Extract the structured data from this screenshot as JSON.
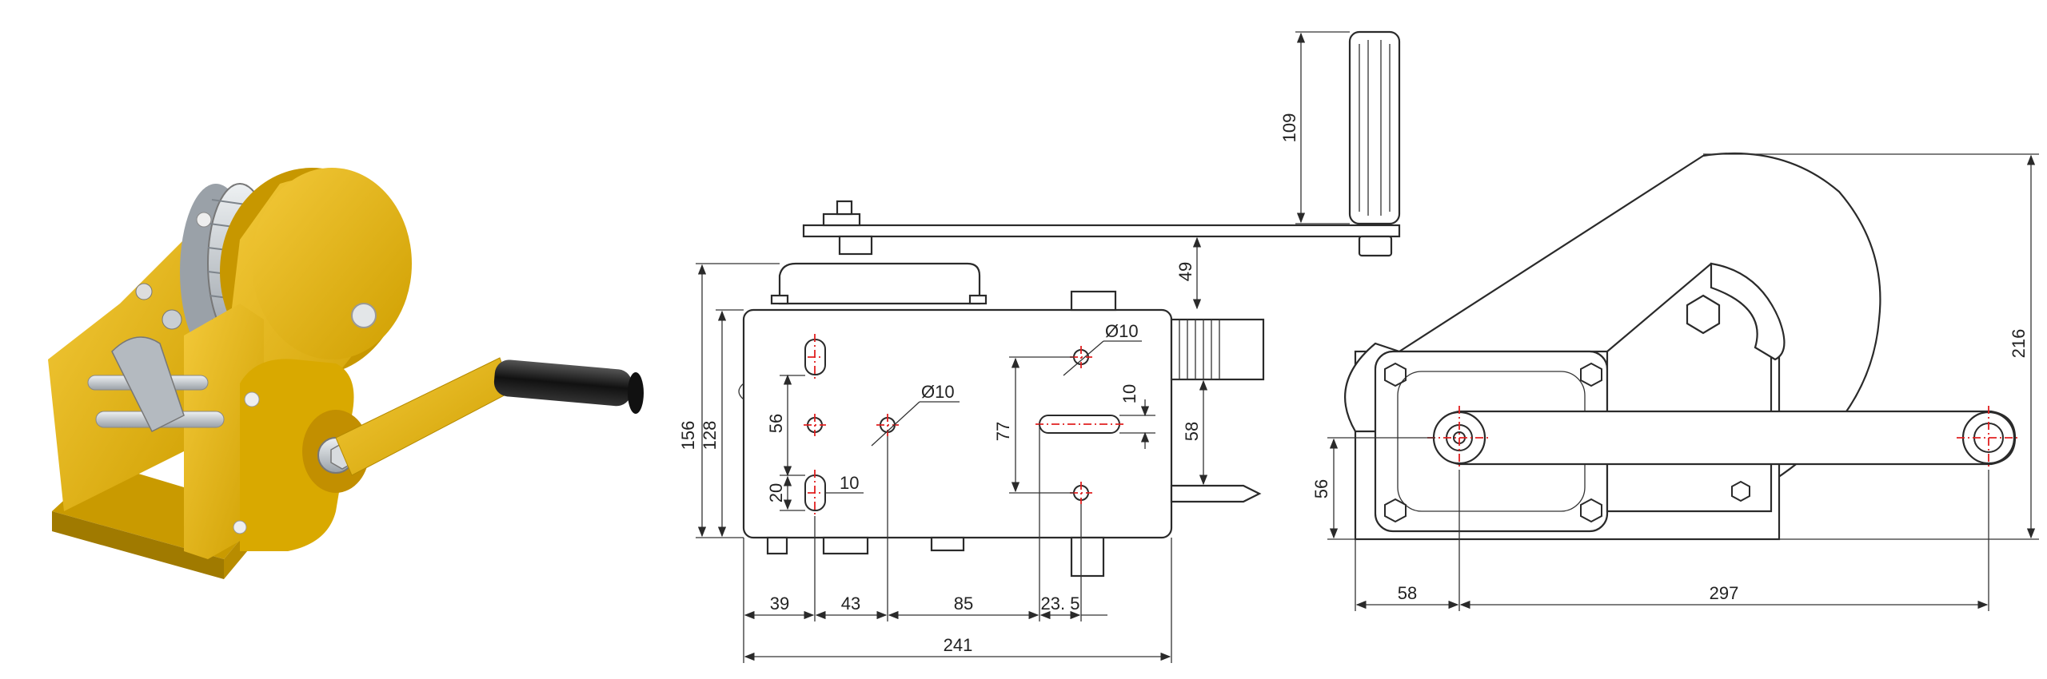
{
  "colors": {
    "winch_body": "#e8b90e",
    "winch_shade": "#b98f00",
    "steel": "#c8cdd2",
    "handle": "#1c1c1c",
    "centerline": "#e02020"
  },
  "front_view": {
    "holes": {
      "diameter_a": "Ø10",
      "diameter_b": "Ø10"
    },
    "dims": {
      "d156": "156",
      "d128": "128",
      "d56": "56",
      "d20": "20",
      "d10a": "10",
      "d77": "77",
      "d10b": "10",
      "d58": "58",
      "d49": "49",
      "d109": "109",
      "d39": "39",
      "d43": "43",
      "d85": "85",
      "d23_5": "23. 5",
      "d241": "241"
    }
  },
  "side_view": {
    "dims": {
      "d216": "216",
      "d56": "56",
      "d58": "58",
      "d297": "297"
    }
  }
}
